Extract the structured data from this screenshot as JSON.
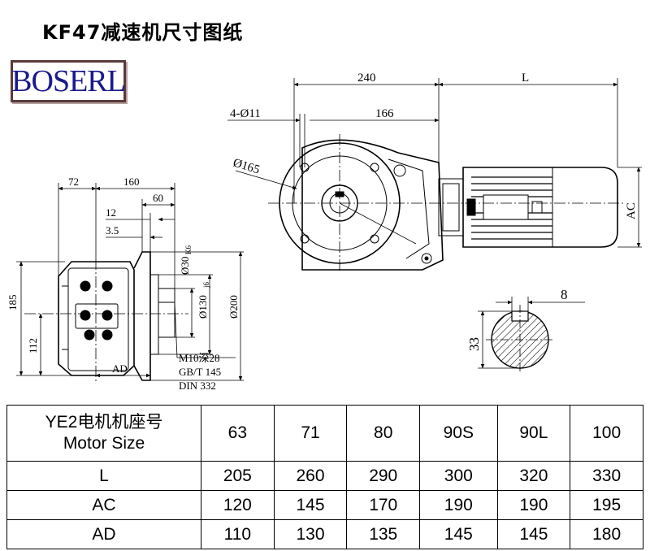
{
  "title": "KF47减速机尺寸图纸",
  "logo": "BOSERL",
  "drawing": {
    "side_view": {
      "dim_72": "72",
      "dim_160": "160",
      "dim_60": "60",
      "dim_12": "12",
      "dim_3_5": "3.5",
      "dim_185": "185",
      "dim_112": "112",
      "dim_AD": "AD",
      "shaft_d30": "Ø30",
      "shaft_d30_tol": "K6",
      "flange_d130": "Ø130",
      "flange_d130_tol": "j6",
      "flange_d200": "Ø200",
      "note_1": "M10深28",
      "note_2": "GB/T 145",
      "note_3": "DIN 332"
    },
    "front_view": {
      "dim_240": "240",
      "dim_L": "L",
      "dim_4_d11": "4-Ø11",
      "dim_166": "166",
      "dim_d165": "Ø165",
      "dim_AC": "AC"
    },
    "shaft_detail": {
      "dim_8": "8",
      "dim_33": "33"
    }
  },
  "table": {
    "header_label_line1": "YE2电机机座号",
    "header_label_line2": "Motor Size",
    "sizes": [
      "63",
      "71",
      "80",
      "90S",
      "90L",
      "100"
    ],
    "rows": [
      {
        "label": "L",
        "values": [
          "205",
          "260",
          "290",
          "300",
          "320",
          "330"
        ]
      },
      {
        "label": "AC",
        "values": [
          "120",
          "145",
          "170",
          "190",
          "190",
          "195"
        ]
      },
      {
        "label": "AD",
        "values": [
          "110",
          "130",
          "135",
          "145",
          "145",
          "180"
        ]
      }
    ]
  }
}
